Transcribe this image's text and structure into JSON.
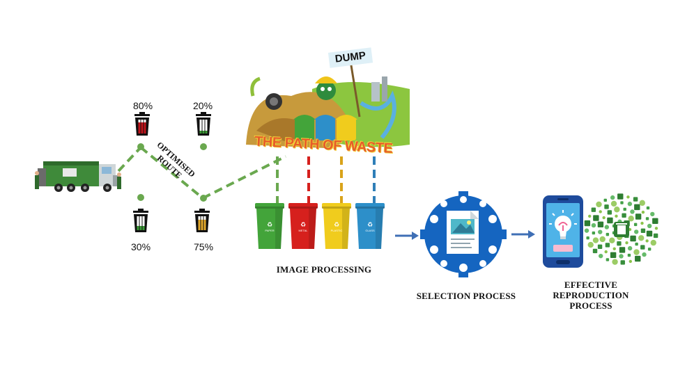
{
  "bins_fill": [
    {
      "label": "80%",
      "fill": 0.8,
      "color": "#c0141c"
    },
    {
      "label": "20%",
      "fill": 0.2,
      "color": "#3a9a35"
    },
    {
      "label": "30%",
      "fill": 0.3,
      "color": "#3a9a35"
    },
    {
      "label": "75%",
      "fill": 0.75,
      "color": "#e3a92b"
    }
  ],
  "route_label_line1": "OPTIMISED",
  "route_label_line2": "ROUTE",
  "dump_sign": "DUMP",
  "banner_text": "THE PATH OF WASTE",
  "sort_bins": [
    {
      "label": "PAPER",
      "color": "#43a43a"
    },
    {
      "label": "METAL",
      "color": "#d6201d"
    },
    {
      "label": "PLASTIC",
      "color": "#f0cc1d"
    },
    {
      "label": "GLASS",
      "color": "#2d8fc9"
    }
  ],
  "captions": {
    "image_processing": "IMAGE PROCESSING",
    "selection": "SELECTION PROCESS",
    "reproduction_line1": "EFFECTIVE",
    "reproduction_line2": "REPRODUCTION",
    "reproduction_line3": "PROCESS"
  },
  "colors": {
    "route": "#6aa84f",
    "arrow": "#3f6fb5",
    "gear": "#1565c0"
  }
}
